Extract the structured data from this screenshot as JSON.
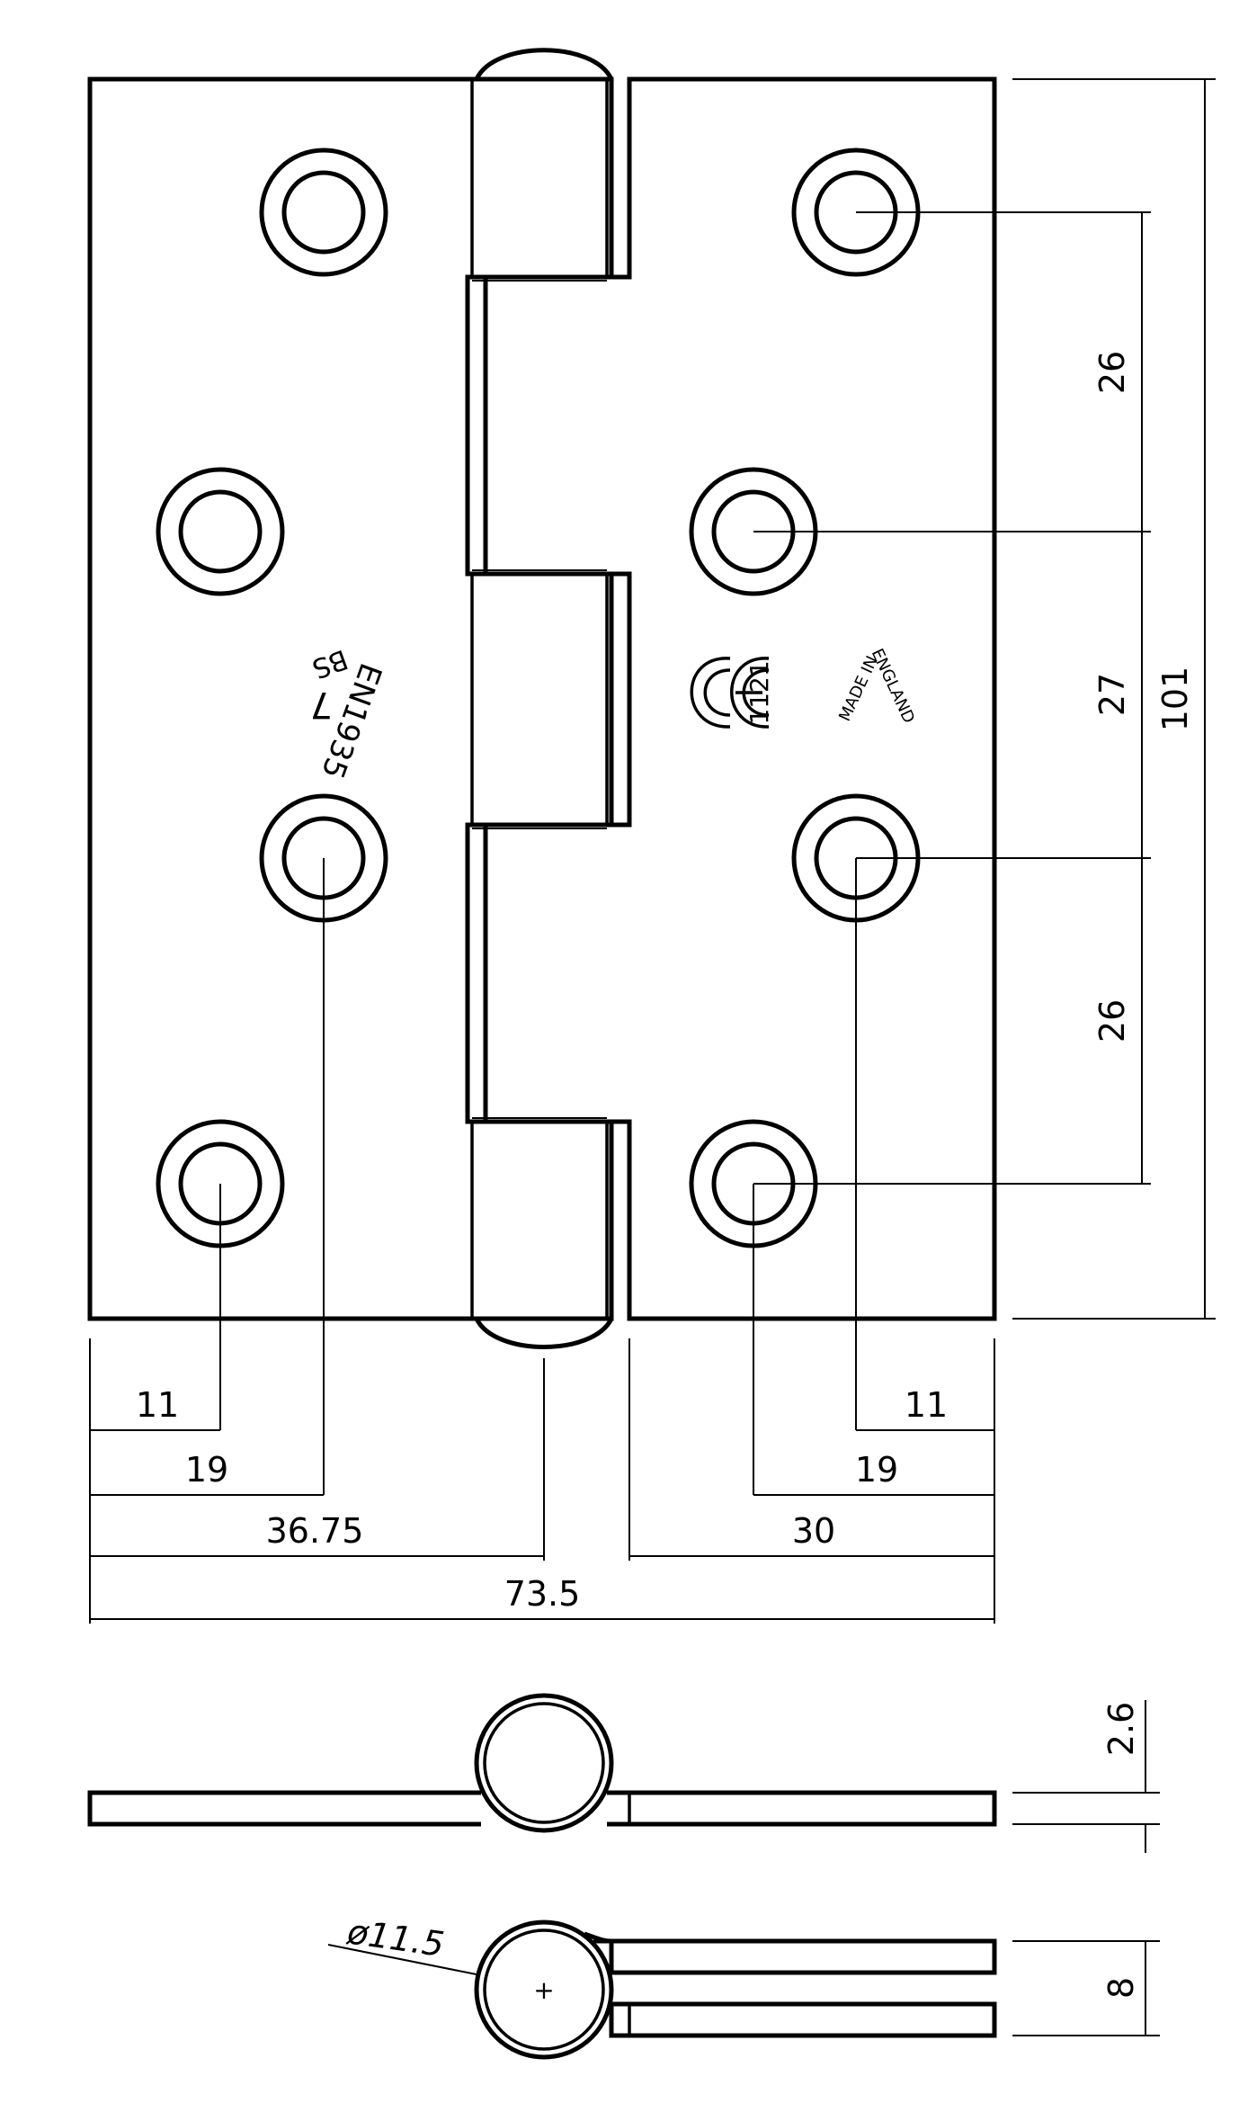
{
  "diagram": {
    "dimensions": {
      "hole_spacing_top": "26",
      "hole_spacing_middle": "27",
      "hole_spacing_bottom": "26",
      "overall_height": "101",
      "left_edge_to_hole_a": "11",
      "left_edge_to_hole_b": "19",
      "left_to_knuckle_center": "36.75",
      "overall_width": "73.5",
      "right_edge_to_hole_a": "11",
      "right_edge_to_hole_b": "19",
      "right_leaf_width": "30",
      "leaf_thickness": "2.6",
      "closed_thickness": "8",
      "knuckle_diameter": "ø11.5"
    },
    "markings": {
      "standard_bs": "BS",
      "standard_en": "EN1935",
      "grade": "7",
      "ce_mark": "CE",
      "notified_body": "1121",
      "made_in": "MADE IN",
      "country": "ENGLAND"
    },
    "center_mark": "+"
  }
}
